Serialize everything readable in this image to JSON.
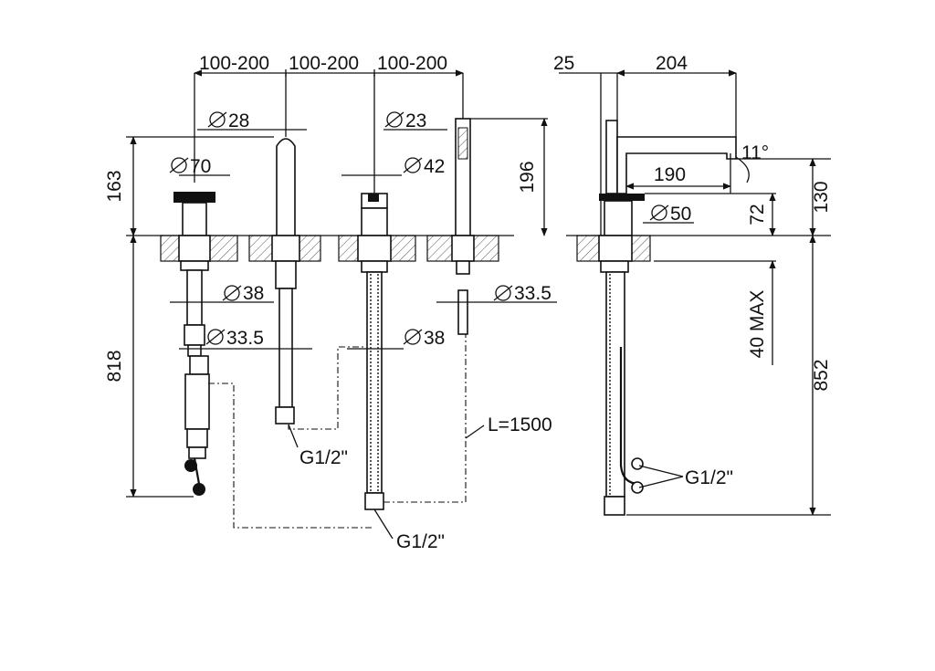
{
  "colors": {
    "line": "#111111",
    "background": "#ffffff",
    "hatch": "#555555"
  },
  "dimensions": {
    "top_spacing": [
      "100-200",
      "100-200",
      "100-200"
    ],
    "d28": "28",
    "d70": "70",
    "d23": "23",
    "d42": "42",
    "d38_left": "38",
    "d33_5_left": "33.5",
    "d38_mid": "38",
    "d33_5_right": "33.5",
    "d50": "50",
    "h163": "163",
    "h196": "196",
    "h818": "818",
    "w25": "25",
    "w204": "204",
    "w190": "190",
    "angle": "11°",
    "h130": "130",
    "h72": "72",
    "h40max": "40 MAX",
    "h852": "852",
    "hose_length": "L=1500"
  },
  "threads": {
    "left": "G1/2\"",
    "center": "G1/2\"",
    "right": "G1/2\""
  }
}
